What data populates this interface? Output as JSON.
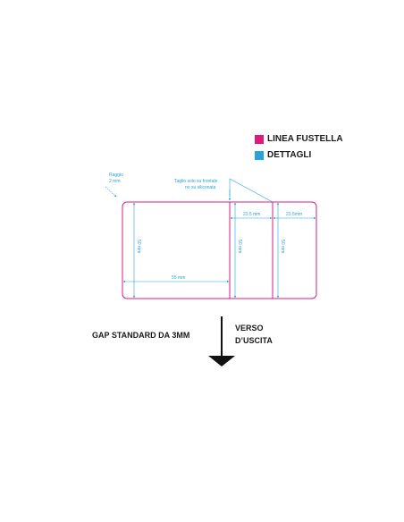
{
  "legend": {
    "items": [
      {
        "label": "LINEA FUSTELLA",
        "color": "#e0197c"
      },
      {
        "label": "DETTAGLI",
        "color": "#27a2dc"
      }
    ]
  },
  "annotations": {
    "radius_label_line1": "Raggio",
    "radius_label_line2": "2 mm",
    "cut_note_line1": "Taglio solo su frontale",
    "cut_note_line2": "no su siliconata"
  },
  "dimensions": {
    "width_main": "55 mm",
    "height_main": "50 mm",
    "height_mid": "50 mm",
    "height_right": "50 mm",
    "width_mid": "22.5 mm",
    "width_right": "22.5mm"
  },
  "bottom": {
    "gap_label": "GAP STANDARD DA 3MM",
    "exit_label_line1": "VERSO",
    "exit_label_line2": "D’USCITA"
  },
  "colors": {
    "die_line": "#e0197c",
    "details": "#27a2dc",
    "text": "#1a1a1a"
  }
}
